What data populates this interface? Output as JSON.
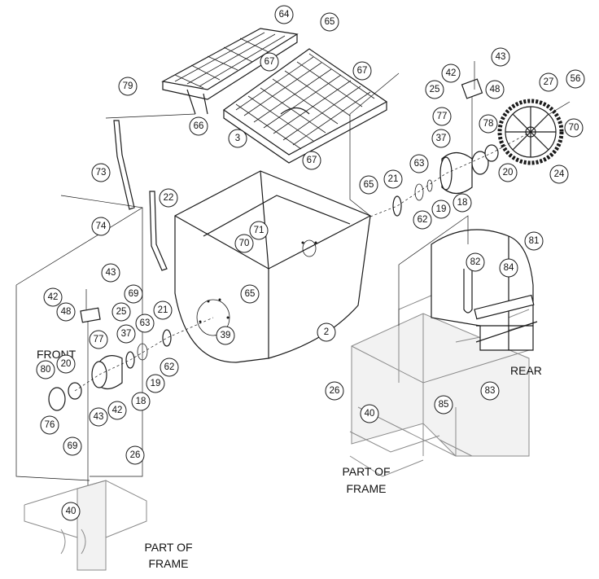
{
  "labels": {
    "front": "FRONT",
    "rear": "REAR",
    "frame_left_1": "PART OF",
    "frame_left_2": "FRAME",
    "frame_right_1": "PART OF",
    "frame_right_2": "FRAME"
  },
  "callouts": [
    {
      "id": "64"
    },
    {
      "id": "65"
    },
    {
      "id": "67"
    },
    {
      "id": "79"
    },
    {
      "id": "67"
    },
    {
      "id": "66"
    },
    {
      "id": "3"
    },
    {
      "id": "67"
    },
    {
      "id": "43"
    },
    {
      "id": "42"
    },
    {
      "id": "48"
    },
    {
      "id": "25"
    },
    {
      "id": "27"
    },
    {
      "id": "56"
    },
    {
      "id": "70"
    },
    {
      "id": "77"
    },
    {
      "id": "78"
    },
    {
      "id": "37"
    },
    {
      "id": "63"
    },
    {
      "id": "20"
    },
    {
      "id": "24"
    },
    {
      "id": "65"
    },
    {
      "id": "21"
    },
    {
      "id": "18"
    },
    {
      "id": "19"
    },
    {
      "id": "62"
    },
    {
      "id": "73"
    },
    {
      "id": "22"
    },
    {
      "id": "71"
    },
    {
      "id": "70"
    },
    {
      "id": "74"
    },
    {
      "id": "81"
    },
    {
      "id": "82"
    },
    {
      "id": "84"
    },
    {
      "id": "43"
    },
    {
      "id": "42"
    },
    {
      "id": "48"
    },
    {
      "id": "25"
    },
    {
      "id": "69"
    },
    {
      "id": "65"
    },
    {
      "id": "21"
    },
    {
      "id": "63"
    },
    {
      "id": "77"
    },
    {
      "id": "37"
    },
    {
      "id": "39"
    },
    {
      "id": "2"
    },
    {
      "id": "80"
    },
    {
      "id": "20"
    },
    {
      "id": "62"
    },
    {
      "id": "19"
    },
    {
      "id": "18"
    },
    {
      "id": "43"
    },
    {
      "id": "42"
    },
    {
      "id": "26"
    },
    {
      "id": "40"
    },
    {
      "id": "85"
    },
    {
      "id": "83"
    },
    {
      "id": "76"
    },
    {
      "id": "69"
    },
    {
      "id": "26"
    },
    {
      "id": "40"
    }
  ]
}
